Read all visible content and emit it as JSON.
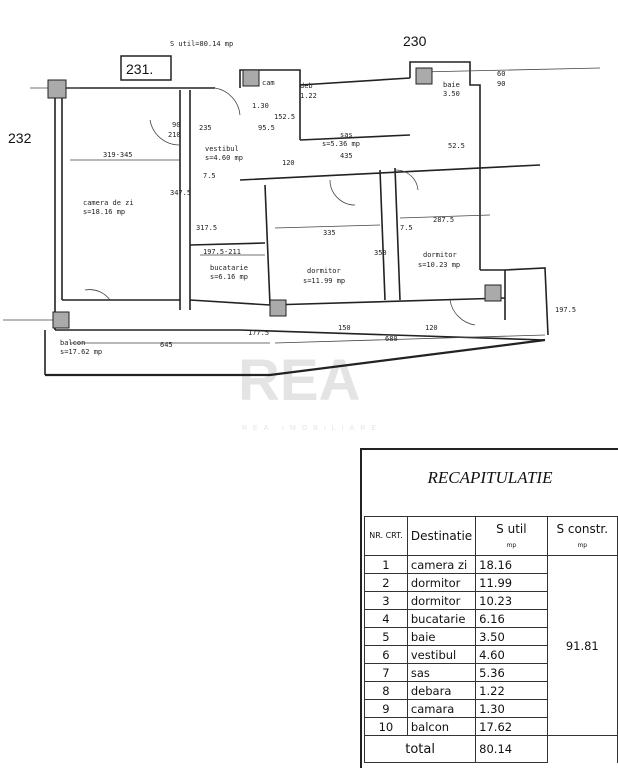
{
  "plan": {
    "apartment_number": "231.",
    "neighbor_left": "232",
    "neighbor_top": "230",
    "s_util_label": "S util=80.14 mp",
    "watermark": "REA IMOBILIARE",
    "rooms": [
      {
        "name": "camera de zi",
        "area": "s=18.16 mp"
      },
      {
        "name": "vestibul",
        "area": "s=4.60 mp"
      },
      {
        "name": "sas",
        "area": "s=5.36 mp"
      },
      {
        "name": "bucatarie",
        "area": "s=6.16 mp"
      },
      {
        "name": "dormitor",
        "area": "s=11.99 mp"
      },
      {
        "name": "dormitor",
        "area": "s=10.23 mp"
      },
      {
        "name": "balcon",
        "area": "s=17.62 mp"
      },
      {
        "name": "baie",
        "area": "3.50"
      },
      {
        "name": "cam",
        "area": "1.30"
      },
      {
        "name": "deb",
        "area": "1.22"
      }
    ],
    "dims": [
      "319-345",
      "90",
      "210",
      "235",
      "347.5",
      "7.5",
      "317.5",
      "197.5-211",
      "335",
      "350",
      "287.5",
      "7.5",
      "435",
      "120",
      "645",
      "680",
      "177.5",
      "197.5",
      "152.5",
      "95.5",
      "52.5",
      "60",
      "90",
      "150",
      "120"
    ]
  },
  "recap": {
    "title": "RECAPITULATIE",
    "headers": {
      "nr": "NR. CRT.",
      "dest": "Destinatie",
      "s_util": "S util",
      "s_constr": "S constr.",
      "unit": "mp"
    },
    "rows": [
      {
        "nr": "1",
        "dest": "camera zi",
        "s_util": "18.16"
      },
      {
        "nr": "2",
        "dest": "dormitor",
        "s_util": "11.99"
      },
      {
        "nr": "3",
        "dest": "dormitor",
        "s_util": "10.23"
      },
      {
        "nr": "4",
        "dest": "bucatarie",
        "s_util": "6.16"
      },
      {
        "nr": "5",
        "dest": "baie",
        "s_util": "3.50"
      },
      {
        "nr": "6",
        "dest": "vestibul",
        "s_util": "4.60"
      },
      {
        "nr": "7",
        "dest": "sas",
        "s_util": "5.36"
      },
      {
        "nr": "8",
        "dest": "debara",
        "s_util": "1.22"
      },
      {
        "nr": "9",
        "dest": "camara",
        "s_util": "1.30"
      },
      {
        "nr": "10",
        "dest": "balcon",
        "s_util": "17.62"
      }
    ],
    "s_constr": "91.81",
    "total_label": "total",
    "total_value": "80.14"
  }
}
